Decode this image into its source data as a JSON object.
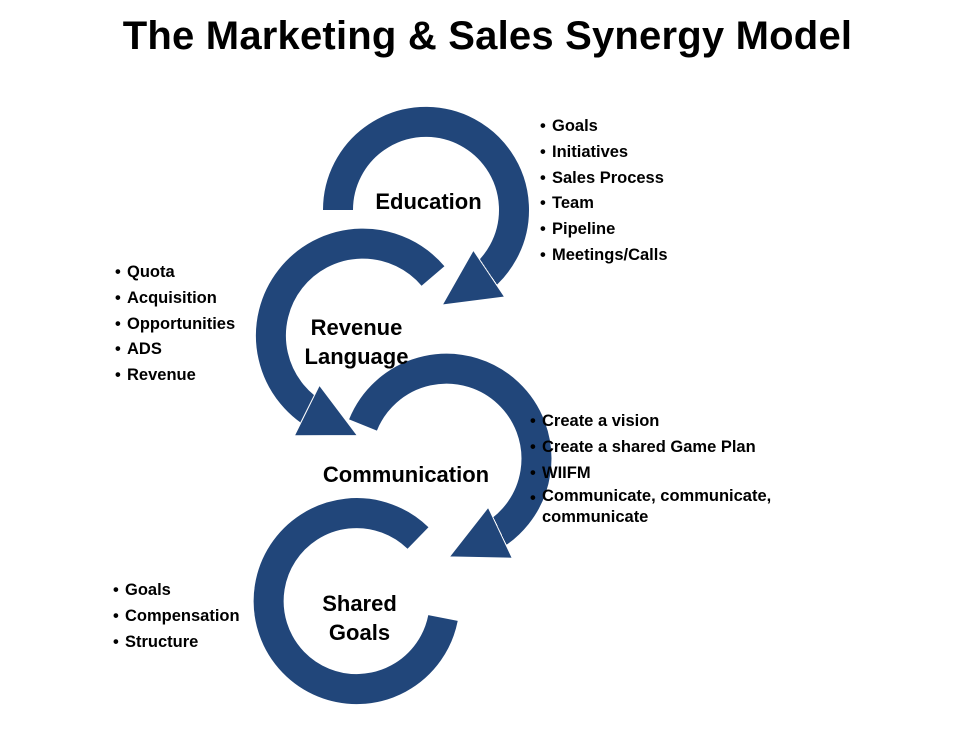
{
  "title": "The Marketing & Sales Synergy Model",
  "colors": {
    "ring_fill": "#21467a",
    "ring_edge": "#16335a",
    "text": "#000000",
    "background": "#ffffff"
  },
  "stages": [
    {
      "label_lines": [
        "Education"
      ],
      "bullets": [
        "Goals",
        "Initiatives",
        "Sales Process",
        "Team",
        "Pipeline",
        "Meetings/Calls"
      ]
    },
    {
      "label_lines": [
        "Revenue",
        "Language"
      ],
      "bullets": [
        "Quota",
        "Acquisition",
        "Opportunities",
        "ADS",
        "Revenue"
      ]
    },
    {
      "label_lines": [
        "Communication"
      ],
      "bullets": [
        "Create a vision",
        "Create a shared Game Plan",
        "WIIFM",
        "Communicate, communicate, communicate"
      ]
    },
    {
      "label_lines": [
        "Shared",
        "Goals"
      ],
      "bullets": [
        "Goals",
        "Compensation",
        "Structure"
      ]
    }
  ],
  "bullet_glyph": "•"
}
